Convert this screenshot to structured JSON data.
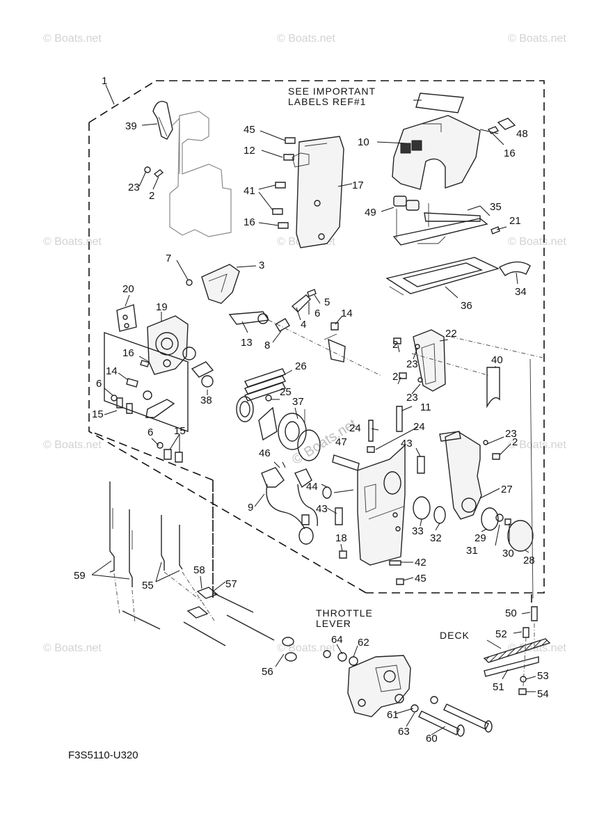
{
  "watermark": {
    "text": "© Boats.net",
    "center_text": "© Boats.net"
  },
  "diagram_code": "F3S5110-U320",
  "labels": {
    "see_important": "SEE IMPORTANT",
    "labels_ref": "LABELS REF#1",
    "throttle": "THROTTLE",
    "lever": "LEVER",
    "deck": "DECK"
  },
  "callouts": {
    "c1": "1",
    "c2a": "2",
    "c2b": "2",
    "c2c": "2",
    "c2d": "2",
    "c3": "3",
    "c4": "4",
    "c5": "5",
    "c6a": "6",
    "c6b": "6",
    "c6c": "6",
    "c7": "7",
    "c8": "8",
    "c9": "9",
    "c10": "10",
    "c11": "11",
    "c12": "12",
    "c13": "13",
    "c14a": "14",
    "c14b": "14",
    "c15a": "15",
    "c15b": "15",
    "c16a": "16",
    "c16b": "16",
    "c16c": "16",
    "c17": "17",
    "c18": "18",
    "c19": "19",
    "c20": "20",
    "c21": "21",
    "c22": "22",
    "c23a": "23",
    "c23b": "23",
    "c23c": "23",
    "c23d": "23",
    "c24a": "24",
    "c24b": "24",
    "c25": "25",
    "c26": "26",
    "c27": "27",
    "c28": "28",
    "c29": "29",
    "c30": "30",
    "c31": "31",
    "c32": "32",
    "c33": "33",
    "c34": "34",
    "c35": "35",
    "c36": "36",
    "c37": "37",
    "c38": "38",
    "c39": "39",
    "c40": "40",
    "c41": "41",
    "c42": "42",
    "c43a": "43",
    "c43b": "43",
    "c44": "44",
    "c45a": "45",
    "c45b": "45",
    "c46": "46",
    "c47": "47",
    "c48": "48",
    "c49": "49",
    "c50": "50",
    "c51": "51",
    "c52": "52",
    "c53": "53",
    "c54": "54",
    "c55": "55",
    "c56": "56",
    "c57": "57",
    "c58": "58",
    "c59": "59",
    "c60": "60",
    "c61": "61",
    "c62": "62",
    "c63": "63",
    "c64": "64"
  }
}
